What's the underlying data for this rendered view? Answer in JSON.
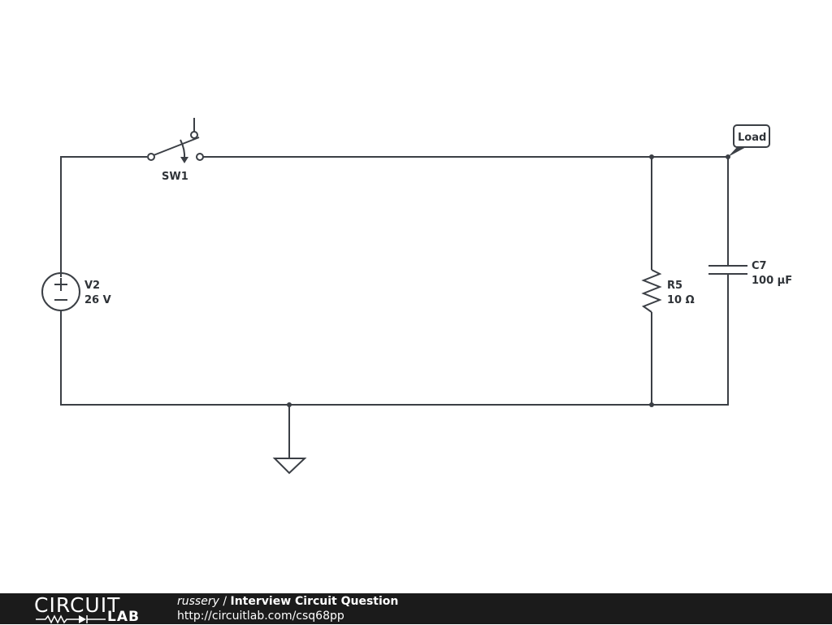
{
  "schematic": {
    "switch": {
      "ref": "SW1"
    },
    "source": {
      "ref": "V2",
      "value": "26 V"
    },
    "resistor": {
      "ref": "R5",
      "value": "10 Ω"
    },
    "capacitor": {
      "ref": "C7",
      "value": "100 µF"
    },
    "net_label": "Load",
    "icons": [
      "dc-voltage-source-icon",
      "spst-switch-icon",
      "resistor-icon",
      "capacitor-icon",
      "ground-icon"
    ]
  },
  "footer": {
    "logo_text_top": "CIRCUIT",
    "logo_text_bottom": "LAB",
    "author": "russery",
    "separator": " / ",
    "title": "Interview Circuit Question",
    "url": "http://circuitlab.com/csq68pp",
    "background_color": "#1b1b1b",
    "text_color": "#ffffff"
  }
}
